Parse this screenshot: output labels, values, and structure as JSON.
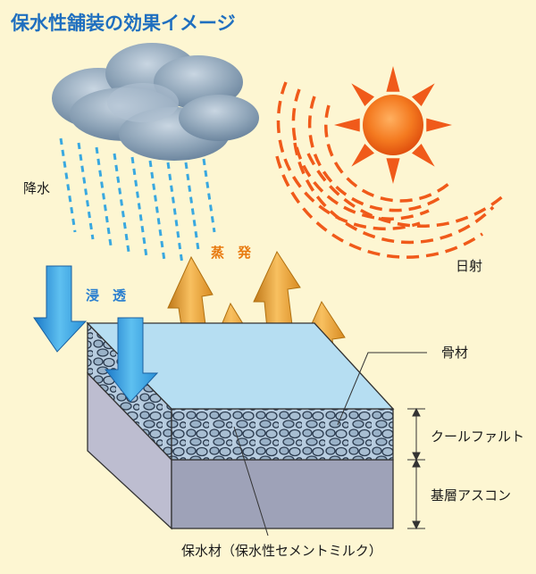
{
  "title": "保水性舗装の効果イメージ",
  "labels": {
    "rain": "降水",
    "sunlight": "日射",
    "evaporation": "蒸　発",
    "infiltration": "浸　透",
    "aggregate": "骨材",
    "surface_layer": "クールファルト",
    "base_layer": "基層アスコン",
    "water_retention_material": "保水材（保水性セメントミルク）"
  },
  "colors": {
    "background": "#fdf6d2",
    "title": "#1f6fbf",
    "rain": "#39a8e0",
    "sun": "#f05a1a",
    "evaporation_arrow": "#f2b040",
    "infiltration_arrow": "#3aa0e0"
  },
  "icons": [
    "cloud-icon",
    "sun-icon"
  ]
}
